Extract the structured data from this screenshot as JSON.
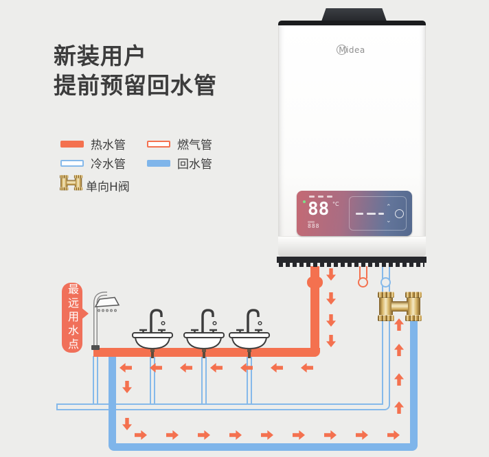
{
  "title": {
    "line1": "新装用户",
    "line2": "提前预留回水管"
  },
  "legend": {
    "items": [
      {
        "label": "热水管",
        "type": "solid-hot"
      },
      {
        "label": "燃气管",
        "type": "outline-gas"
      },
      {
        "label": "冷水管",
        "type": "outline-cold"
      },
      {
        "label": "回水管",
        "type": "solid-return"
      },
      {
        "label": "单向H阀",
        "type": "valve-icon"
      }
    ]
  },
  "heater": {
    "brand": "Midea",
    "display": {
      "temperature": "88",
      "unit": "°C"
    }
  },
  "diagram": {
    "farthest_point_label": "最远用水点"
  },
  "colors": {
    "hot": "#F4714F",
    "return": "#7FB5EA",
    "cold_outline": "#85B9EA",
    "gas_outline": "#F4714F",
    "label_bubble": "#F0705A",
    "background": "#EDEDEB",
    "valve_brass": "#D9B76A"
  }
}
